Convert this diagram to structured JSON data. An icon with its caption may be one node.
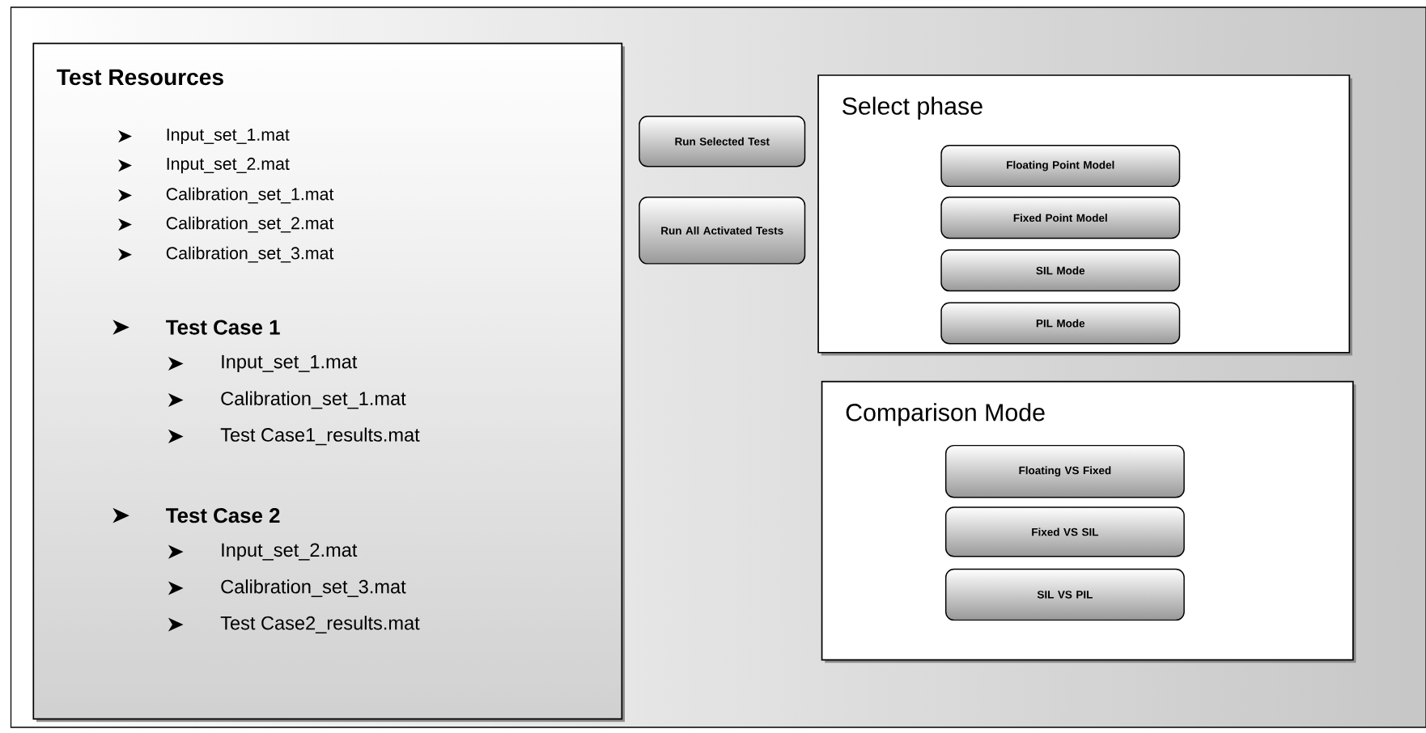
{
  "diagram": {
    "nodes": [
      {
        "text": [
          "Test Resources",
          "Input_set_1.mat",
          "Input_set_2.mat",
          "Calibration_set_1.mat",
          "Calibration_set_2.mat",
          "Calibration_set_3.mat",
          "Test Case 1",
          "Input_set_1.mat",
          "Calibration_set_1.mat",
          "Test Case1_results.mat",
          "Test Case 2",
          "Input_set_2.mat",
          "Calibration_set_3.mat",
          "Test Case2_results.mat"
        ]
      },
      {
        "text": [
          "Run Selected Test"
        ]
      },
      {
        "text": [
          "Run All Activated Tests"
        ]
      },
      {
        "text": [
          "Select phase"
        ]
      },
      {
        "text": [
          "Floating Point Model"
        ],
        "in": 3
      },
      {
        "text": [
          "Fixed Point Model"
        ],
        "in": 3
      },
      {
        "text": [
          "SIL Mode"
        ],
        "in": 3
      },
      {
        "text": [
          "PIL Mode"
        ],
        "in": 3
      },
      {
        "text": [
          "Comparison Mode"
        ]
      },
      {
        "text": [
          "Floating VS Fixed"
        ],
        "in": 8
      },
      {
        "text": [
          "Fixed VS SIL"
        ],
        "in": 8
      },
      {
        "text": [
          "SIL VS PIL"
        ],
        "in": 8
      }
    ]
  }
}
